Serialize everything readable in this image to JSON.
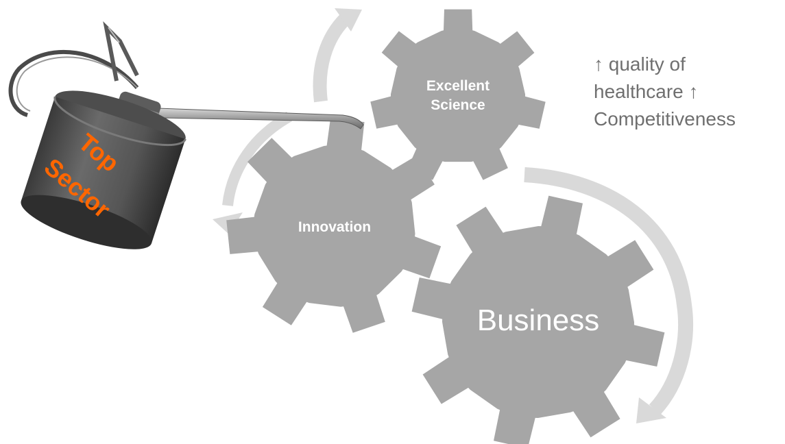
{
  "oil_can": {
    "label_line1": "Top",
    "label_line2": "Sector",
    "label_color": "#ff6600"
  },
  "gears": {
    "excellent_science": {
      "line1": "Excellent",
      "line2": "Science"
    },
    "innovation": {
      "label": "Innovation"
    },
    "business": {
      "label": "Business"
    },
    "gear_color": "#a6a6a6",
    "label_color": "#ffffff"
  },
  "arrow_color": "#d9d9d9",
  "outcome_text": {
    "line1": "↑ quality of",
    "line2": "healthcare ↑",
    "line3": "Competitiveness",
    "color": "#6f6f6f"
  }
}
